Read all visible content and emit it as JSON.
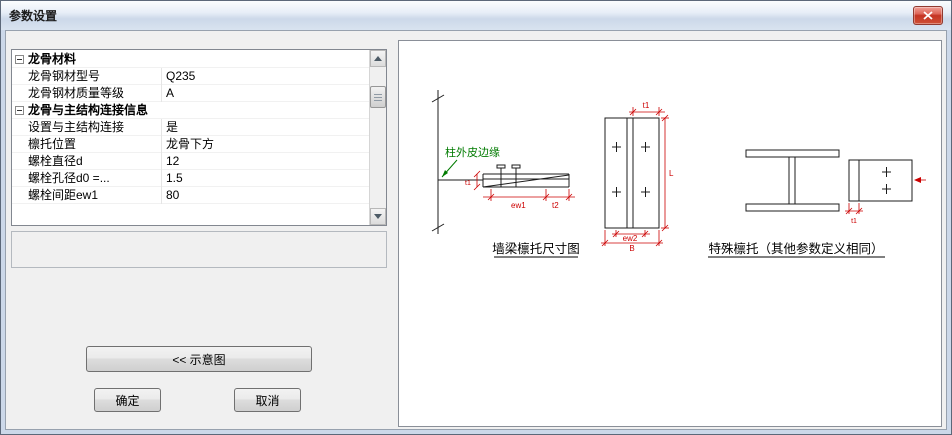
{
  "window": {
    "title": "参数设置"
  },
  "property_grid": {
    "rows": [
      {
        "type": "section",
        "label": "龙骨材料"
      },
      {
        "type": "item",
        "label": "龙骨钢材型号",
        "value": "Q235"
      },
      {
        "type": "item",
        "label": "龙骨钢材质量等级",
        "value": "A"
      },
      {
        "type": "section",
        "label": "龙骨与主结构连接信息"
      },
      {
        "type": "item",
        "label": "设置与主结构连接",
        "value": "是"
      },
      {
        "type": "item",
        "label": "檩托位置",
        "value": "龙骨下方"
      },
      {
        "type": "item",
        "label": "螺栓直径d",
        "value": "12"
      },
      {
        "type": "item",
        "label": "螺栓孔径d0 =...",
        "value": "1.5"
      },
      {
        "type": "item",
        "label": "螺栓间距ew1",
        "value": "80"
      }
    ]
  },
  "buttons": {
    "schematic": "<< 示意图",
    "ok": "确定",
    "cancel": "取消"
  },
  "diagram": {
    "column_edge_label": "柱外皮边缘",
    "caption_left": "墙梁檩托尺寸图",
    "caption_right": "特殊檩托（其他参数定义相同）",
    "dim_ew1": "ew1",
    "dim_t1": "t1",
    "dim_t2": "t2",
    "dim_L": "L",
    "dim_ew2": "ew2",
    "dim_B": "B"
  },
  "colors": {
    "dimension_red": "#cc0000",
    "annotation_green": "#007b00",
    "line_black": "#1c1c1c"
  }
}
